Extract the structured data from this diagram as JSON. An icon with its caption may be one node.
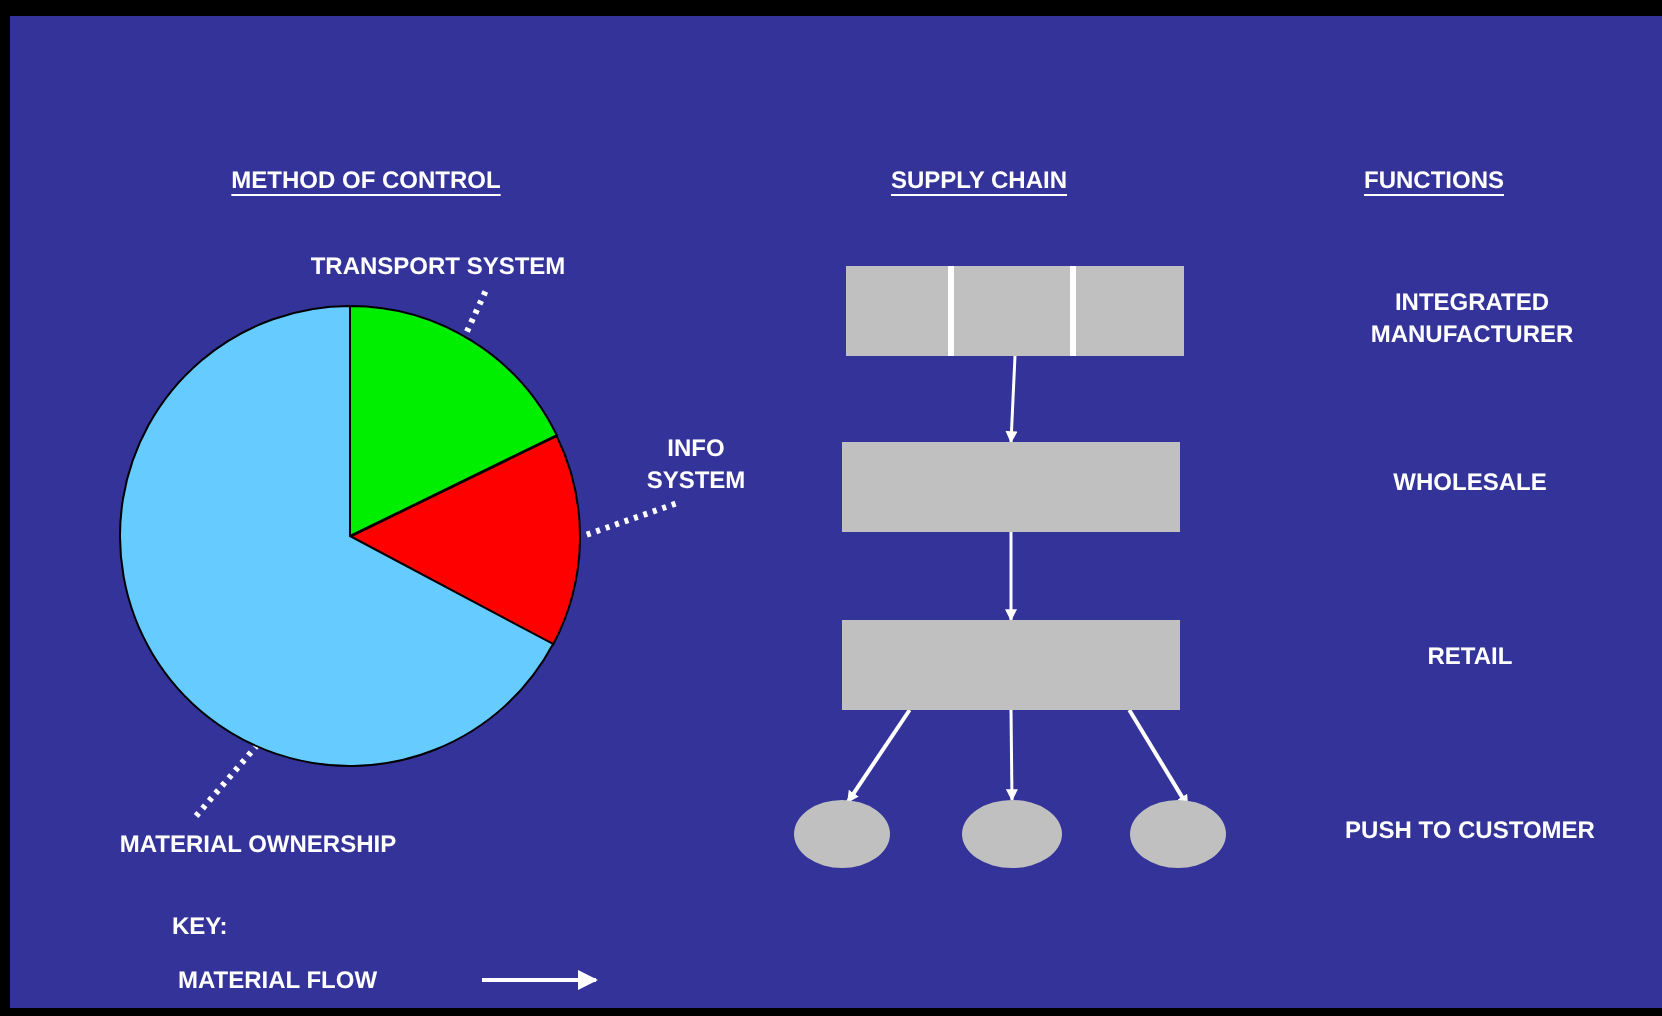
{
  "diagram": {
    "nodes": [
      {
        "text": [
          "TRANSPORT SYSTEM"
        ]
      },
      {
        "text": [],
        "shape": "wedge"
      },
      {
        "text": [],
        "shape": "wedge"
      },
      {
        "text": [],
        "shape": "wedge"
      },
      {
        "text": [
          "INFO SYSTEM"
        ]
      },
      {
        "text": [
          "MATERIAL OWNERSHIP"
        ]
      },
      {
        "text": [],
        "shape": "box"
      },
      {
        "text": [],
        "shape": "box"
      },
      {
        "text": [],
        "shape": "box"
      },
      {
        "text": [],
        "shape": "ellipse"
      },
      {
        "text": [],
        "shape": "ellipse"
      },
      {
        "text": [],
        "shape": "ellipse"
      }
    ],
    "edges": [
      {
        "from": 0,
        "to": 1,
        "arrow": "none",
        "style": "dashed"
      },
      {
        "from": 4,
        "to": 2,
        "arrow": "none",
        "style": "dashed"
      },
      {
        "from": 5,
        "to": 3,
        "arrow": "none",
        "style": "dashed"
      },
      {
        "from": 6,
        "to": 7,
        "arrow": "to"
      },
      {
        "from": 7,
        "to": 8,
        "arrow": "to"
      },
      {
        "from": 8,
        "to": 9,
        "arrow": "to"
      },
      {
        "from": 8,
        "to": 10,
        "arrow": "to"
      },
      {
        "from": 8,
        "to": 11,
        "arrow": "to"
      }
    ],
    "labels": [
      "METHOD OF CONTROL",
      "SUPPLY CHAIN",
      "FUNCTIONS",
      "INTEGRATED MANUFACTURER",
      "WHOLESALE",
      "RETAIL",
      "PUSH TO CUSTOMER",
      "KEY:"
    ],
    "legend": [
      {
        "text": "MATERIAL FLOW"
      }
    ]
  }
}
